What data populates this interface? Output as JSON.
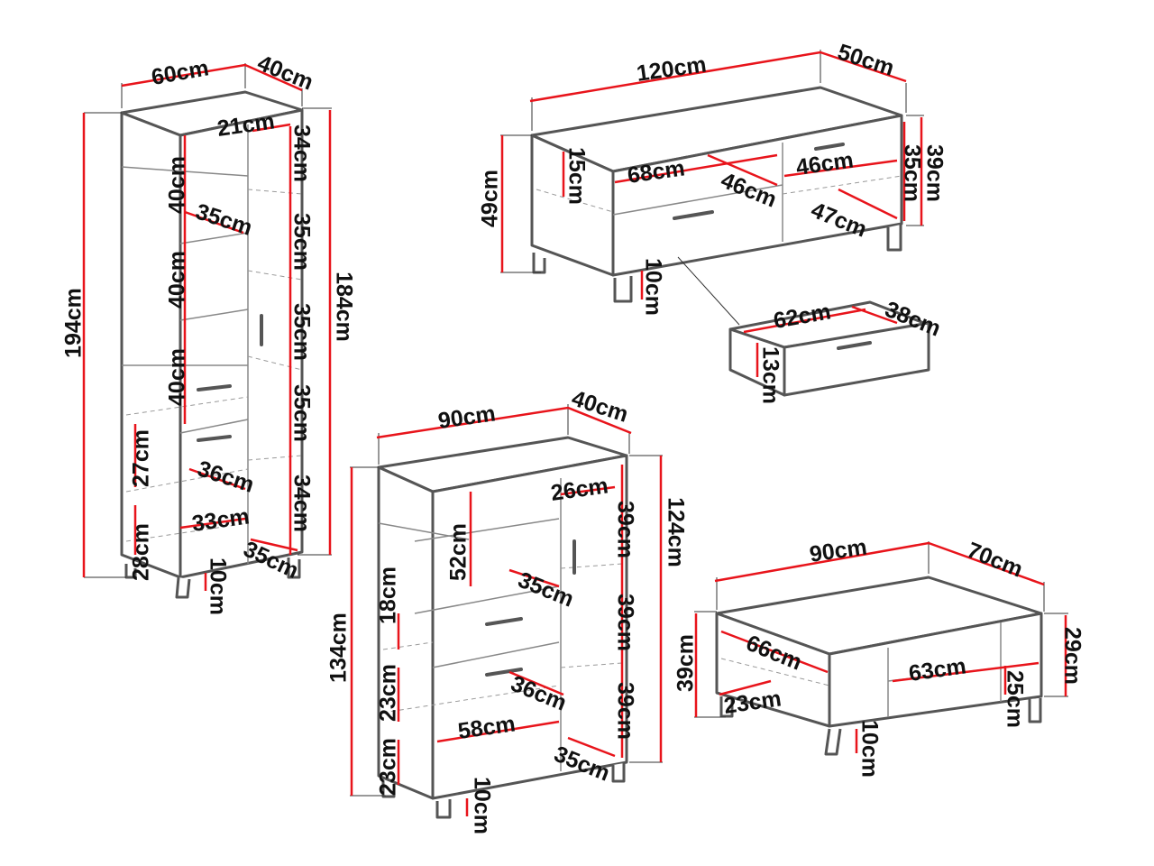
{
  "colors": {
    "dimension_line": "#e8141b",
    "outline": "#555555"
  },
  "tall_cabinet": {
    "labels": [
      "60cm",
      "40cm",
      "21cm",
      "34cm",
      "40cm",
      "35cm",
      "35cm",
      "40cm",
      "35cm",
      "184cm",
      "194cm",
      "40cm",
      "35cm",
      "27cm",
      "36cm",
      "34cm",
      "33cm",
      "28cm",
      "35cm",
      "10cm"
    ]
  },
  "tv_stand": {
    "labels": [
      "120cm",
      "50cm",
      "15cm",
      "68cm",
      "46cm",
      "46cm",
      "35cm",
      "39cm",
      "47cm",
      "49cm",
      "10cm"
    ]
  },
  "drawer": {
    "labels": [
      "62cm",
      "38cm",
      "13cm"
    ]
  },
  "sideboard": {
    "labels": [
      "90cm",
      "40cm",
      "26cm",
      "39cm",
      "124cm",
      "52cm",
      "35cm",
      "18cm",
      "134cm",
      "39cm",
      "36cm",
      "23cm",
      "39cm",
      "58cm",
      "35cm",
      "23cm",
      "10cm"
    ]
  },
  "coffee_table": {
    "labels": [
      "90cm",
      "70cm",
      "66cm",
      "63cm",
      "29cm",
      "39cm",
      "25cm",
      "23cm",
      "10cm"
    ]
  }
}
